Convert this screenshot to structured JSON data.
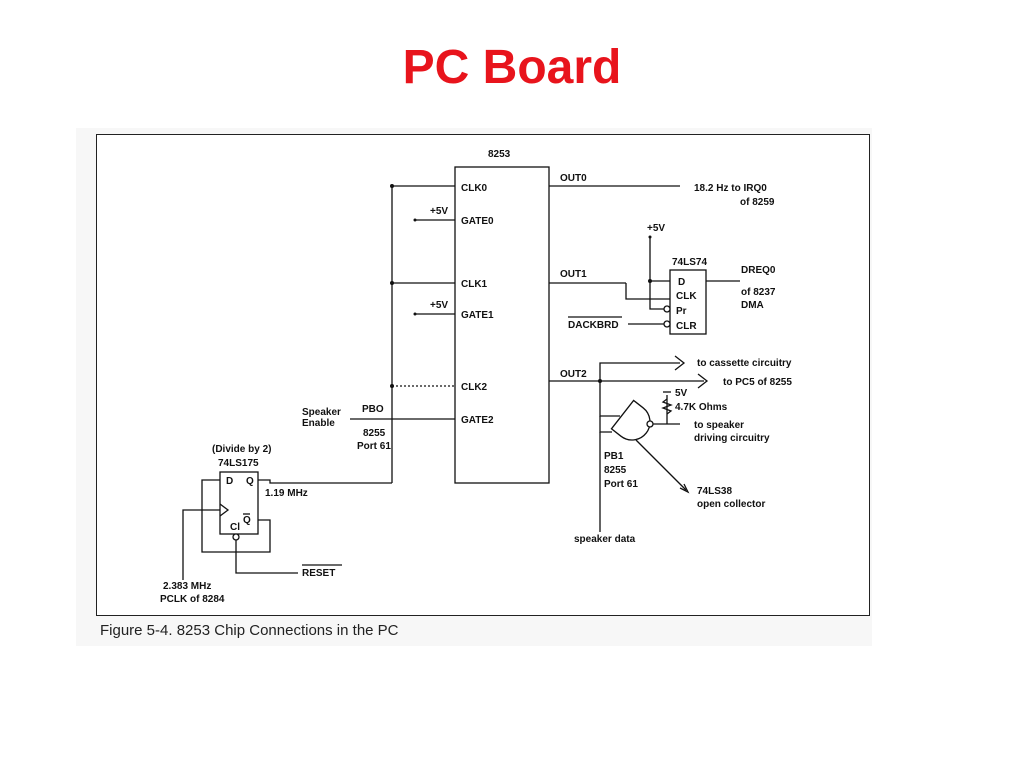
{
  "title": "PC Board",
  "title_color": "#e8141c",
  "caption": "Figure 5-4. 8253 Chip Connections in the PC",
  "timer": {
    "name": "8253",
    "pins": {
      "clk0": "CLK0",
      "gate0": "GATE0",
      "clk1": "CLK1",
      "gate1": "GATE1",
      "clk2": "CLK2",
      "gate2": "GATE2",
      "out0": "OUT0",
      "out1": "OUT1",
      "out2": "OUT2"
    },
    "gate0_supply": "+5V",
    "gate1_supply": "+5V"
  },
  "out0_target": [
    "18.2 Hz to IRQ0",
    "of 8259"
  ],
  "flipflop74": {
    "name": "74LS74",
    "supply": "+5V",
    "pins": {
      "d": "D",
      "clk": "CLK",
      "pr": "Pr",
      "clr": "CLR"
    },
    "output_label": [
      "DREQ0",
      "of 8237",
      "DMA"
    ],
    "clear_input": "DACKBRD"
  },
  "out2_targets": [
    "to cassette circuitry",
    "to PC5 of 8255"
  ],
  "pullup": {
    "voltage": "5V",
    "resistance": "4.7K Ohms"
  },
  "nand": {
    "output_label": [
      "to speaker",
      "driving circuitry"
    ],
    "part": [
      "74LS38",
      "open collector"
    ],
    "input_label": [
      "PB1",
      "8255",
      "Port 61"
    ],
    "data_label": "speaker data"
  },
  "speaker_enable": {
    "label": [
      "Speaker",
      "Enable"
    ],
    "port": [
      "PBO",
      "8255",
      "Port 61"
    ]
  },
  "divider": {
    "note": "(Divide by 2)",
    "name": "74LS175",
    "pins": {
      "d": "D",
      "q": "Q",
      "qbar": "Q",
      "cl": "Cl"
    },
    "output_freq": "1.19 MHz",
    "reset": "RESET",
    "clock_source": [
      "2.383 MHz",
      "PCLK of 8284"
    ]
  }
}
